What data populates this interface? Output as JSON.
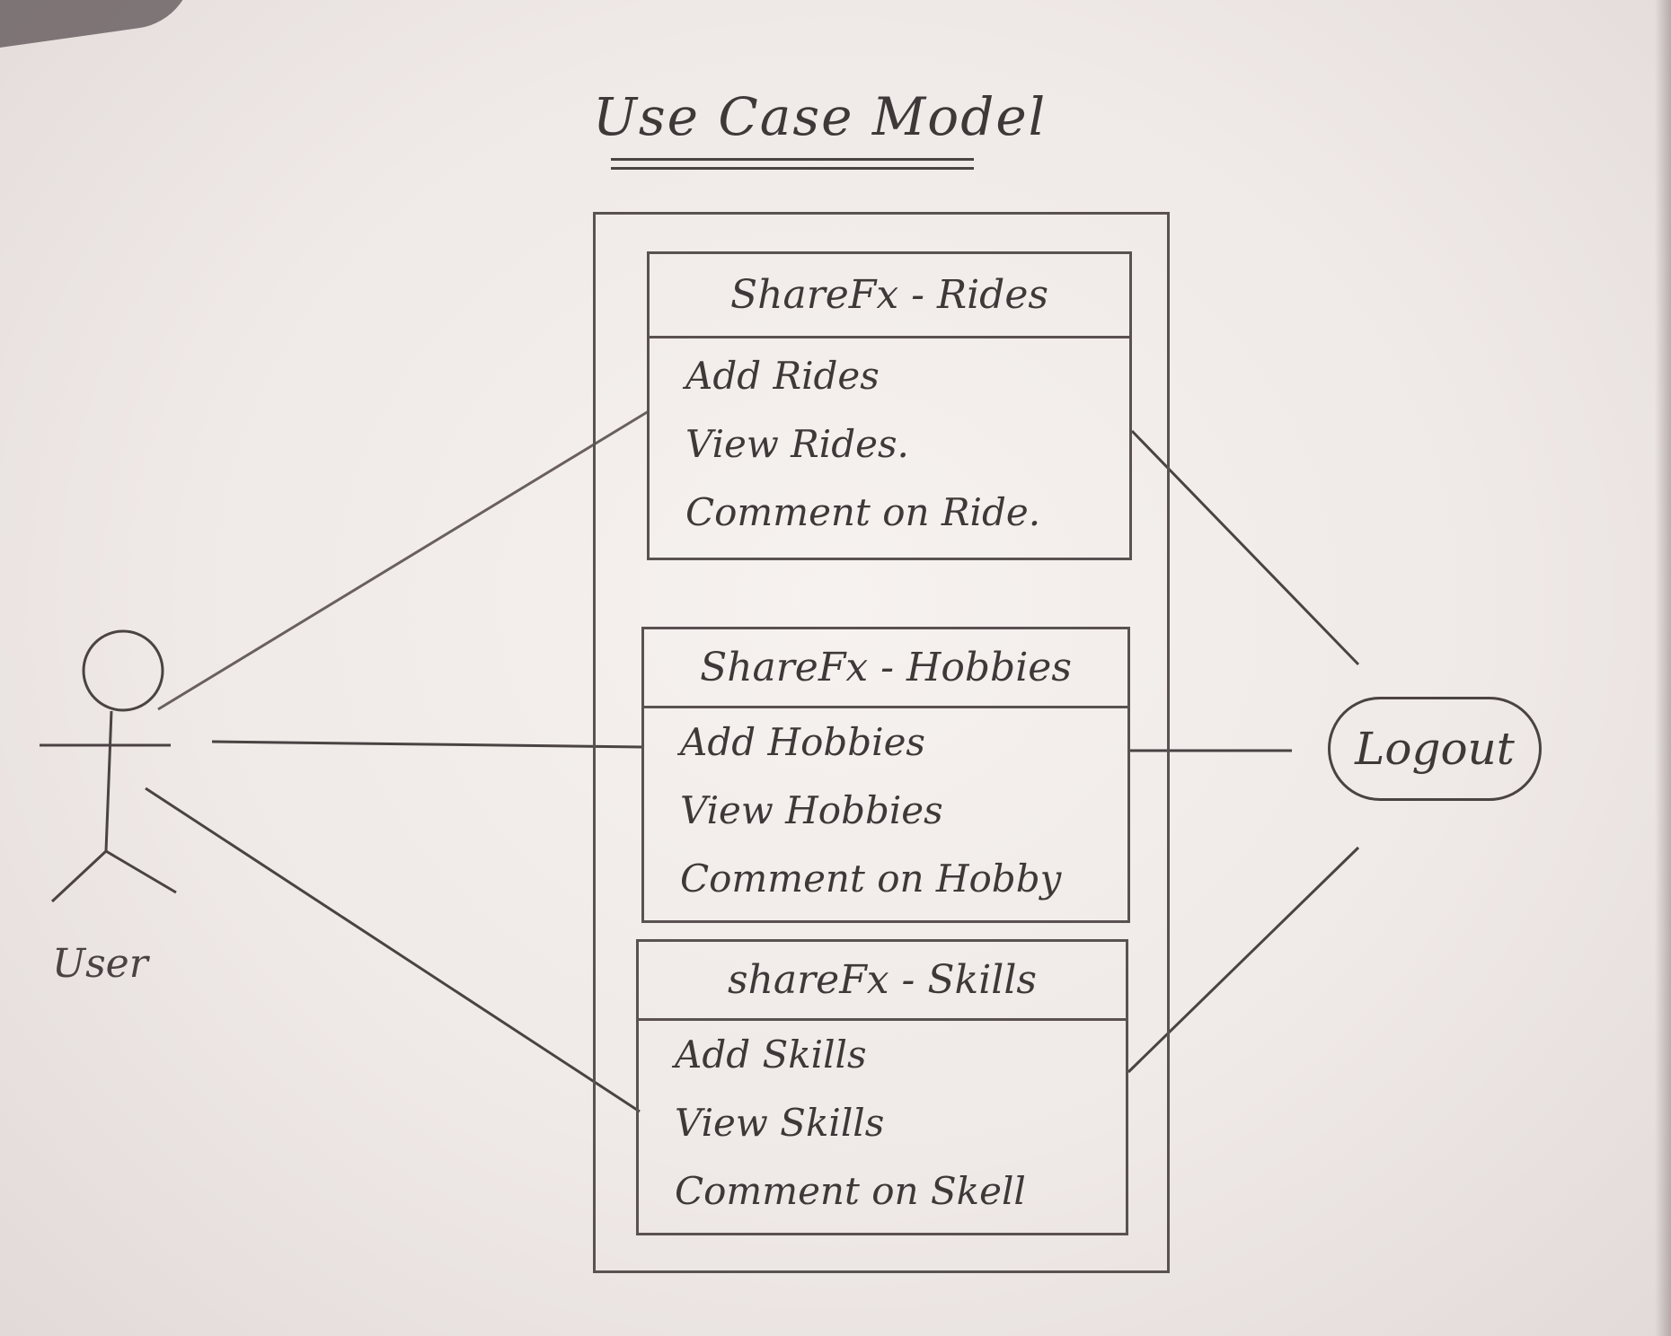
{
  "diagram": {
    "title": "Use Case Model",
    "actor": {
      "label": "User"
    },
    "packages": [
      {
        "title": "ShareFx - Rides",
        "use_cases": [
          "Add Rides",
          "View Rides.",
          "Comment on Ride."
        ]
      },
      {
        "title": "ShareFx - Hobbies",
        "use_cases": [
          "Add Hobbies",
          "View Hobbies",
          "Comment on Hobby"
        ]
      },
      {
        "title": "shareFx - Skills",
        "use_cases": [
          "Add Skills",
          "View Skills",
          "Comment on Skell"
        ]
      }
    ],
    "logout": {
      "label": "Logout"
    }
  }
}
